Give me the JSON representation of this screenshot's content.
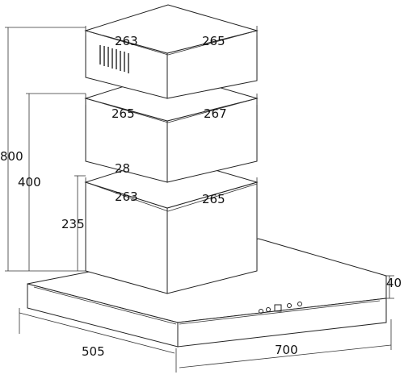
{
  "dimensions": {
    "top_box_left": "263",
    "top_box_right": "265",
    "mid_box_left": "265",
    "mid_box_right": "267",
    "duct_diameter": "28",
    "low_box_left": "263",
    "low_box_right": "265",
    "total_height": "800",
    "upper_height": "400",
    "lower_height": "235",
    "canopy_thickness": "40",
    "canopy_depth": "505",
    "canopy_width": "700"
  },
  "colors": {
    "line": "#222222",
    "text": "#111111",
    "background": "#ffffff"
  },
  "icons": [
    "vent-grille-icon",
    "control-button-icon"
  ]
}
